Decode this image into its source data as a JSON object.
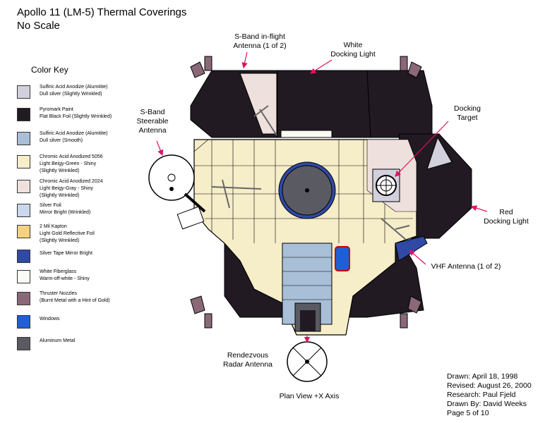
{
  "title": {
    "line1": "Apollo 11 (LM-5) Thermal Coverings",
    "line2": "No Scale"
  },
  "color_key": {
    "heading": "Color Key",
    "items": [
      {
        "color": "#d2d0dc",
        "line1": "Sulfiric Acid Anodize (Alumitite)",
        "line2": "Dull silver (Slightly Wrinkled)",
        "line3": ""
      },
      {
        "color": "#211a22",
        "line1": "Pyromark Paint",
        "line2": "Flat Black Foil (Slightly Wrinkled)",
        "line3": ""
      },
      {
        "color": "#a9bfd8",
        "line1": "Sulfiric Acid Anodize (Alumitite)",
        "line2": "Dull silver  (Smooth)",
        "line3": ""
      },
      {
        "color": "#f6edc9",
        "line1": "Chromic Acid Anodized 5056",
        "line2": "Light Beigy-Green - Shiny",
        "line3": "(Slightly Wrinkled)"
      },
      {
        "color": "#eee0dc",
        "line1": "Chromic Acid Anodized 2024",
        "line2": "Light Beigy-Gray - Shiny",
        "line3": "(Slightly Wrinkled)"
      },
      {
        "color": "#c9d7ef",
        "line1": "Silver Foil",
        "line2": "Mirror Bright (Wrinkled)",
        "line3": ""
      },
      {
        "color": "#f6d27e",
        "line1": "2 Mil Kapton",
        "line2": "Light Gold Reflective Foil",
        "line3": "(Slightly Wrinkled)"
      },
      {
        "color": "#2f49a5",
        "line1": "Silver Tape  Mirror Bright",
        "line2": "",
        "line3": ""
      },
      {
        "color": "#fbfbf5",
        "line1": "White Fiberglass",
        "line2": "Warm-off-white - Shiny",
        "line3": ""
      },
      {
        "color": "#8a6878",
        "line1": "Thruster Nozzles",
        "line2": "(Burnt Metal with a Hint of Gold)",
        "line3": ""
      },
      {
        "color": "#1e5fd8",
        "line1": "Windows",
        "line2": "",
        "line3": ""
      },
      {
        "color": "#5a5a62",
        "line1": "Aluminum Metal",
        "line2": "",
        "line3": ""
      }
    ]
  },
  "callouts": {
    "sband_inflight": {
      "line1": "S-Band in-flight",
      "line2": "Antenna (1 of 2)"
    },
    "white_docking": {
      "line1": "White",
      "line2": "Docking Light"
    },
    "sband_steerable": {
      "line1": "S-Band",
      "line2": "Steerable",
      "line3": "Antenna"
    },
    "docking_target": {
      "line1": "Docking",
      "line2": "Target"
    },
    "red_docking": {
      "line1": "Red",
      "line2": "Docking Light"
    },
    "vhf_antenna": {
      "line1": "VHF Antenna (1 of 2)"
    },
    "rendezvous_radar": {
      "line1": "Rendezvous",
      "line2": "Radar Antenna"
    },
    "plan_view": {
      "line1": "Plan View  +X Axis"
    }
  },
  "credits": {
    "drawn": "Drawn: April 18, 1998",
    "revised": "Revised: August 26, 2000",
    "research": "Research: Paul Fjeld",
    "drawn_by": "Drawn By: David Weeks",
    "page": "Page 5 of 10"
  },
  "colors": {
    "beige": "#f6edc9",
    "black_foil": "#211a22",
    "silver_smooth": "#a9bfd8",
    "pink_gray": "#eee0dc",
    "silver_tape": "#2f49a5",
    "window": "#1e5fd8",
    "nozzle": "#8a6878",
    "aluminum": "#5a5a62",
    "pointer": "#e0115f"
  }
}
